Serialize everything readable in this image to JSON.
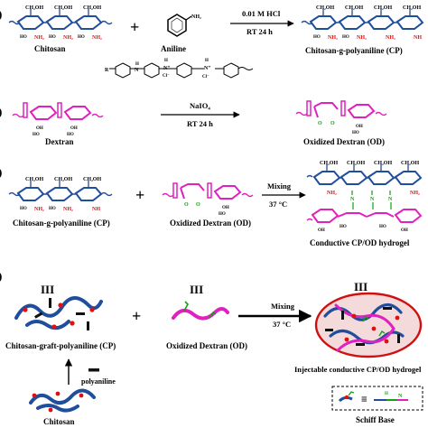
{
  "panel_a": {
    "marker": ")",
    "group_ch2oh": "CH₂OH",
    "group_nh2": "NH₂",
    "group_ho": "HO",
    "group_nh": "NH",
    "reagent_label": "Chitosan",
    "plus_sign": "+",
    "aniline_label": "Aniline",
    "aniline_nh2": "NH₂",
    "condition_top": "0.01 M HCl",
    "condition_bottom": "RT 24 h",
    "product_label": "Chitosan-g-polyaniline (CP)",
    "pani_r": "R",
    "pani_h": "H",
    "pani_n": "N",
    "pani_cl": "Cl⁻",
    "pani_n_plus": "N⁺"
  },
  "panel_b": {
    "marker": ")",
    "reagent_label": "Dextran",
    "group_oh": "OH",
    "group_ho": "HO",
    "group_o": "O",
    "condition_top": "NaIO₄",
    "condition_bottom": "RT 24 h",
    "product_label": "Oxidized Dextran (OD)"
  },
  "panel_c": {
    "marker": ")",
    "reagent_label": "Chitosan-g-polyaniline (CP)",
    "plus_sign": "+",
    "reagent2_label": "Oxidized Dextran (OD)",
    "condition_top": "Mixing",
    "condition_bottom": "37 °C",
    "product_label": "Conductive CP/OD hydrogel",
    "group_ch2oh": "CH₂OH",
    "group_nh2": "NH₂",
    "group_nh": "NH",
    "group_n": "N",
    "group_ho": "HO",
    "group_oh": "OH",
    "group_o": "O"
  },
  "panel_d": {
    "marker": ")",
    "roman_cp": "III",
    "roman_od": "III",
    "roman_gel": "III",
    "cp_label": "Chitosan-graft-polyaniline (CP)",
    "plus_sign": "+",
    "od_label": "Oxidized Dextran (OD)",
    "condition_top": "Mixing",
    "condition_bottom": "37 °C",
    "gel_label": "Injectable conductive CP/OD hydrogel",
    "polyaniline_label": "polyaniline",
    "chitosan_label": "Chitosan",
    "schiff_label": "Schiff Base",
    "equiv_sign": "≡",
    "schiff_h": "H",
    "schiff_n": "N"
  },
  "colors": {
    "chitosan": "#1f4e9c",
    "amine": "#e01010",
    "dextran": "#e020c0",
    "aldehyde": "#14a014",
    "gel_fill": "#f4dada",
    "gel_border": "#d01010",
    "ink": "#000000"
  }
}
